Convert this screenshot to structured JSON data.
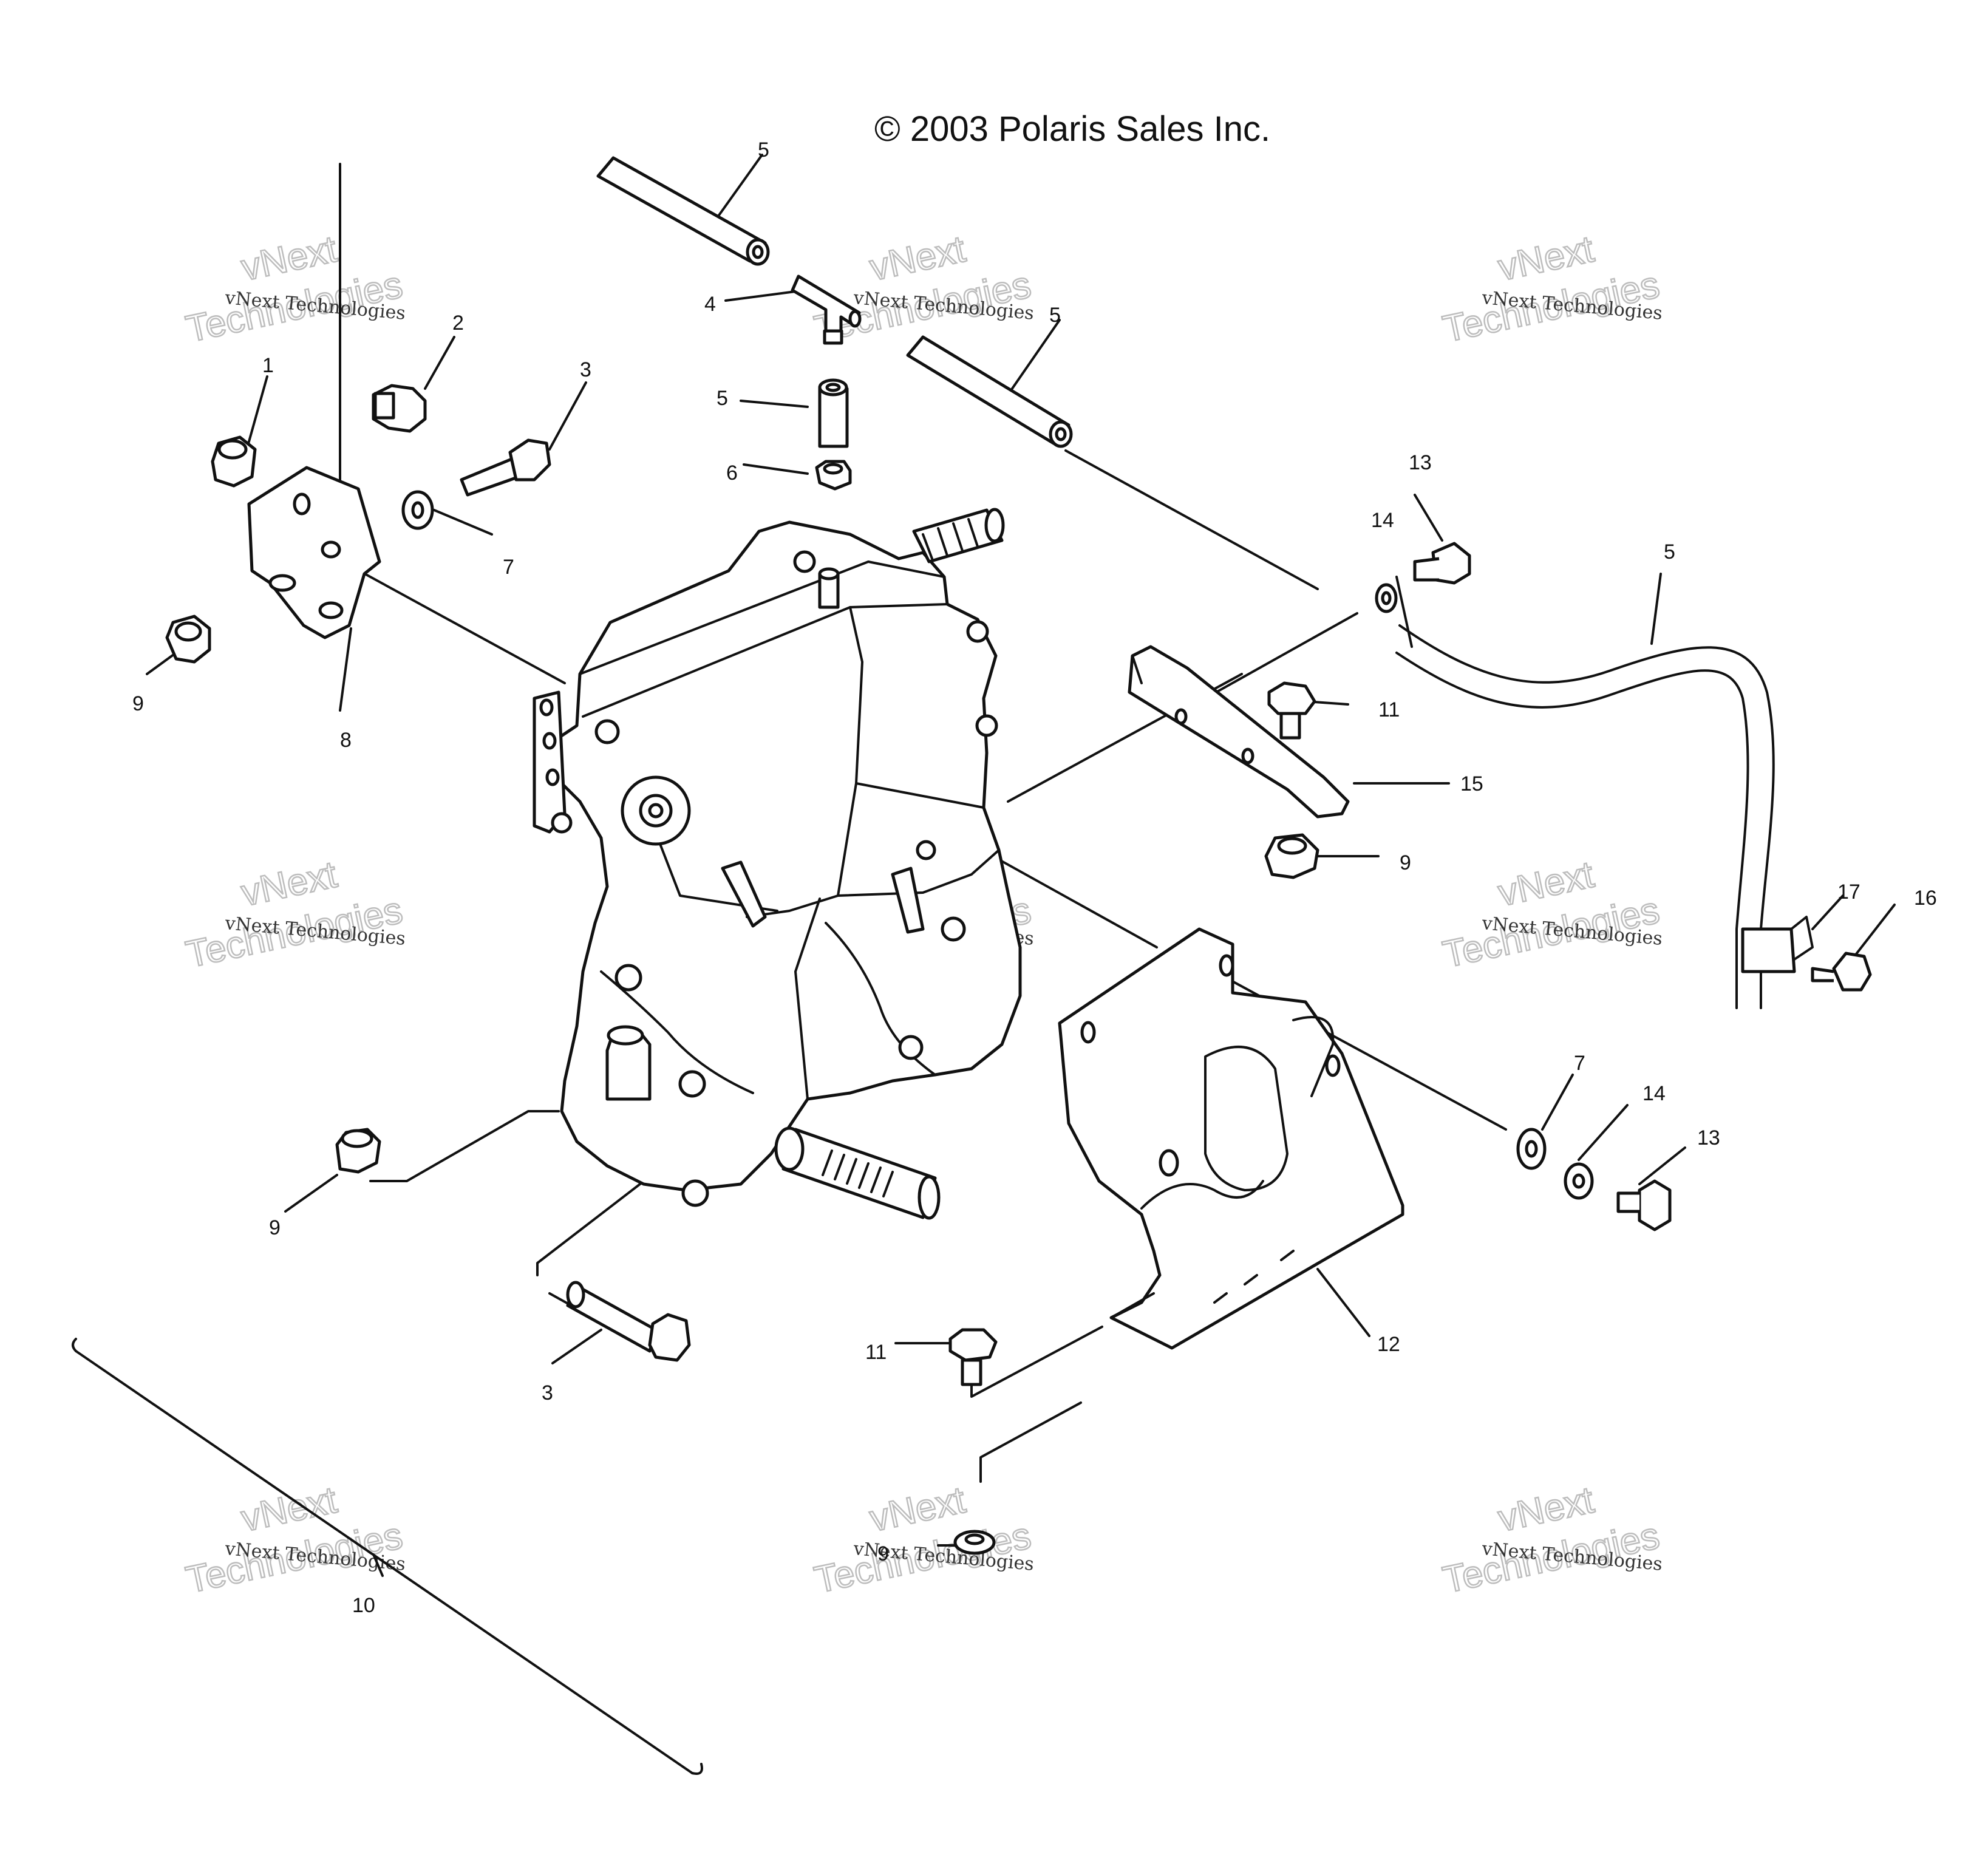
{
  "copyright": "© 2003 Polaris Sales Inc.",
  "watermark": {
    "small": "vNext Technologies",
    "line1": "vNext",
    "line2": "Technologies"
  },
  "callouts": {
    "c1": "1",
    "c2": "2",
    "c3a": "3",
    "c3b": "3",
    "c4": "4",
    "c5a": "5",
    "c5b": "5",
    "c5c": "5",
    "c5d": "5",
    "c6": "6",
    "c7a": "7",
    "c7b": "7",
    "c8": "8",
    "c9a": "9",
    "c9b": "9",
    "c9c": "9",
    "c9d": "9",
    "c10": "10",
    "c11a": "11",
    "c11b": "11",
    "c12": "12",
    "c13a": "13",
    "c13b": "13",
    "c14a": "14",
    "c14b": "14",
    "c15": "15",
    "c16": "16",
    "c17": "17"
  }
}
